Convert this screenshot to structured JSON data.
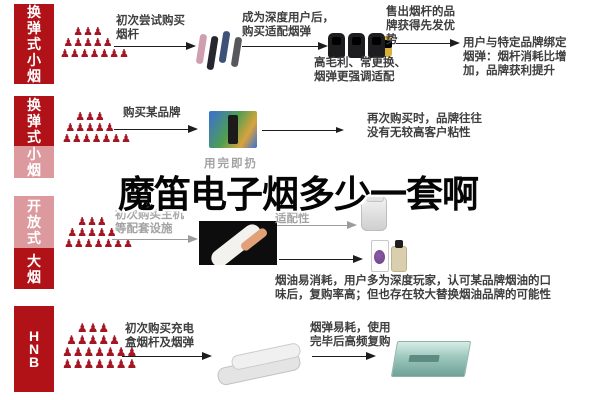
{
  "colors": {
    "dark_red": "#b01218",
    "light_red": "#dc9a9e",
    "crowd_red": "#a31622",
    "text_dark": "#3e3e3e",
    "text_grey": "#a2a2a2"
  },
  "overlay_title": "魔笛电子烟多少一套啊",
  "sidebar": {
    "blocks": [
      {
        "segments": [
          {
            "text": "换弹式小烟",
            "tone": "dark"
          }
        ]
      },
      {
        "segments": [
          {
            "text": "换弹式",
            "tone": "dark"
          },
          {
            "text": "小烟",
            "tone": "light"
          }
        ]
      },
      {
        "segments": [
          {
            "text": "开放式",
            "tone": "light"
          },
          {
            "text": "大烟",
            "tone": "dark"
          }
        ]
      },
      {
        "segments": [
          {
            "text": "HNB",
            "tone": "dark"
          }
        ]
      }
    ]
  },
  "rows": [
    {
      "step1": "初次尝试购买烟杆",
      "step2": "成为深度用户后，购买适配烟弹",
      "note": "高毛利、常更换、烟弹更强调适配",
      "side_note": "售出烟杆的品牌获得先发优势",
      "outcome": "用户与特定品牌绑定烟弹：烟杆消耗比增加，品牌获利提升"
    },
    {
      "step1": "购买某品牌",
      "note": "用完即扔",
      "outcome": "再次购买时，品牌往往没有无较高客户粘性"
    },
    {
      "step1": "初次购买主机等配套设施",
      "fragment": "适配性",
      "outcome": "烟油易消耗，用户多为深度玩家，认可某品牌烟油的口味后，复购率高；但也存在较大替换烟油品牌的可能性"
    },
    {
      "step1": "初次购买充电盒烟杆及烟弹",
      "note": "烟弹易耗，使用完毕后高频复购"
    }
  ],
  "icons": {
    "person": "♟",
    "crowd_small_rows": [
      3,
      5,
      7
    ],
    "crowd_large_rows": [
      3,
      5,
      7,
      7
    ]
  }
}
